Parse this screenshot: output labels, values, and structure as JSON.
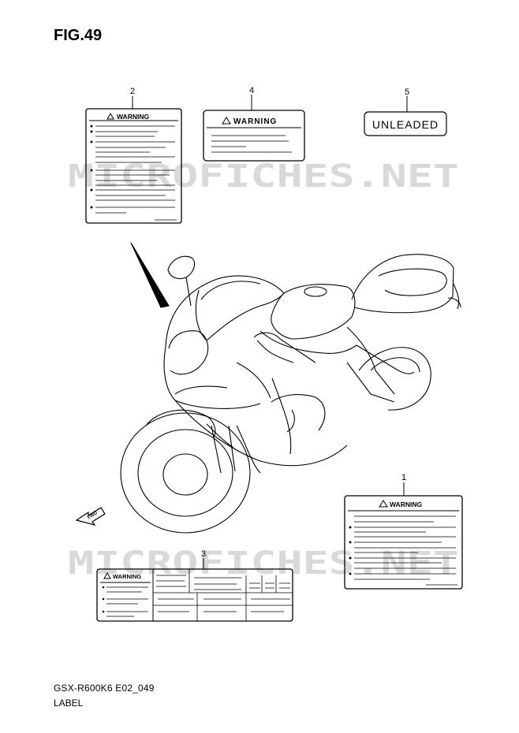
{
  "figure": {
    "title": "FIG.49",
    "code": "GSX-R600K6 E02_049",
    "name": "LABEL"
  },
  "watermark": "MICROFICHES.NET",
  "callouts": [
    "1",
    "2",
    "3",
    "4",
    "5"
  ],
  "labels": {
    "warning_text": "WARNING",
    "unleaded_text": "UNLEADED",
    "fwd_text": "FWD"
  },
  "colors": {
    "line": "#000000",
    "watermark": "#d6d6d6",
    "background": "#ffffff"
  }
}
